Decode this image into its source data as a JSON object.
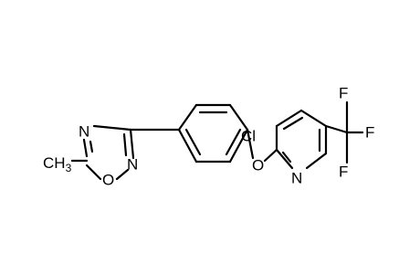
{
  "structure": {
    "atoms": {
      "n_oxadiazole_top": "N",
      "n_oxadiazole_right": "N",
      "o_oxadiazole": "O",
      "methyl": "CH",
      "methyl_subscript": "3",
      "o_ether": "O",
      "cl": "Cl",
      "n_pyridine": "N",
      "f_top": "F",
      "f_right": "F",
      "f_bottom": "F"
    }
  }
}
